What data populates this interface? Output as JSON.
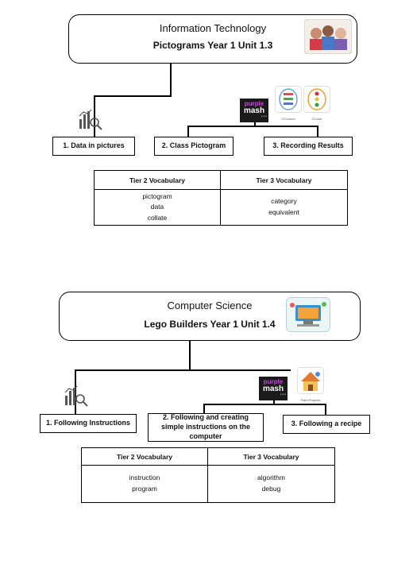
{
  "units": [
    {
      "subject": "Information Technology",
      "unit_title": "Pictograms Year 1  Unit 1.3",
      "brand": {
        "purple": "purple",
        "mash": "mash"
      },
      "app_labels": [
        "2Connect",
        "2Count"
      ],
      "steps": [
        "1. Data in pictures",
        "2. Class Pictogram",
        "3.  Recording Results"
      ],
      "vocab": {
        "tier2_header": "Tier 2 Vocabulary",
        "tier3_header": "Tier 3 Vocabulary",
        "tier2": [
          "pictogram",
          "data",
          "collate"
        ],
        "tier3": [
          "category",
          "equivalent"
        ]
      }
    },
    {
      "subject": "Computer Science",
      "unit_title": "Lego Builders  Year 1  Unit 1.4",
      "brand": {
        "purple": "purple",
        "mash": "mash"
      },
      "app_labels": [
        "Paint Projects"
      ],
      "steps": [
        "1. Following Instructions",
        "2. Following and creating simple instructions on the computer",
        "3.  Following a recipe"
      ],
      "vocab": {
        "tier2_header": "Tier 2 Vocabulary",
        "tier3_header": "Tier 3 Vocabulary",
        "tier2": [
          "instruction",
          "program"
        ],
        "tier3": [
          "algorithm",
          "debug"
        ]
      }
    }
  ],
  "colors": {
    "line": "#000000",
    "brand_bg": "#1a1a1a",
    "brand_purple": "#c04ad6"
  }
}
